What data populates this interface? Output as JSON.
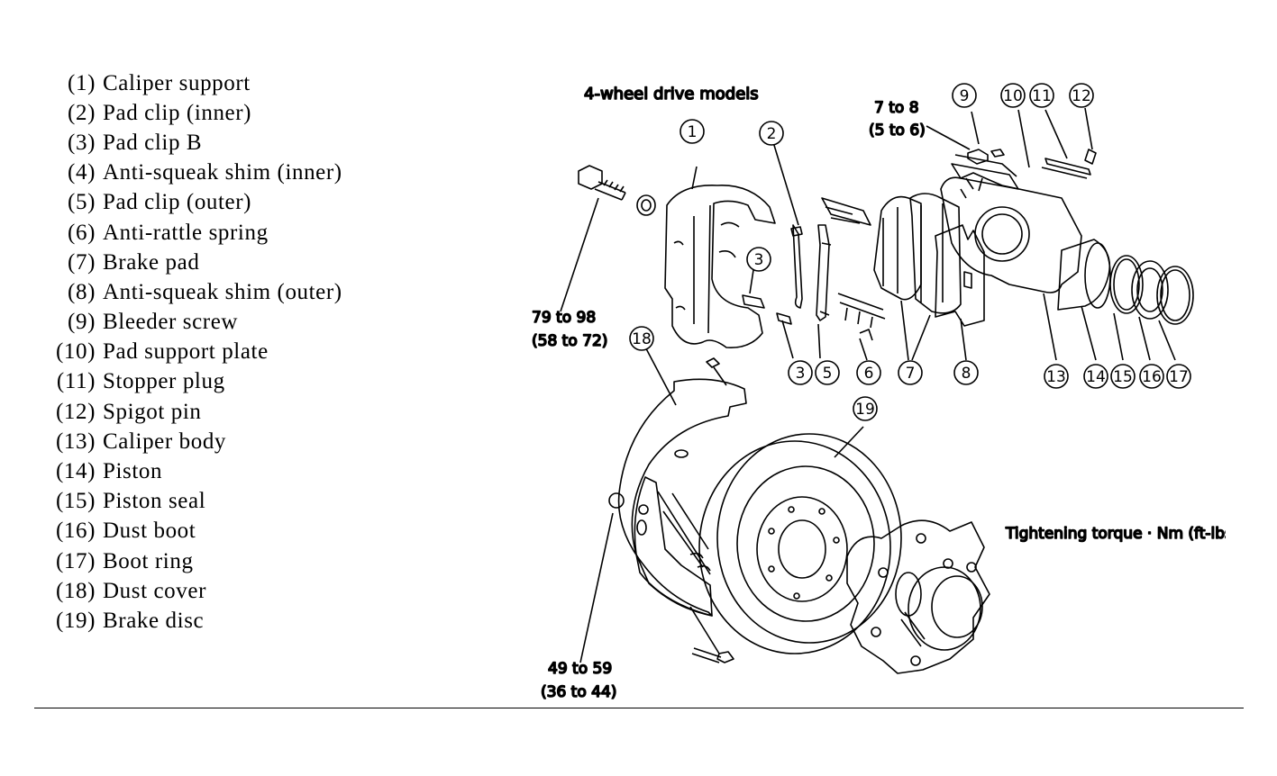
{
  "legend": [
    {
      "num": "(1)",
      "label": "Caliper support"
    },
    {
      "num": "(2)",
      "label": "Pad clip (inner)"
    },
    {
      "num": "(3)",
      "label": "Pad clip B"
    },
    {
      "num": "(4)",
      "label": "Anti-squeak shim (inner)"
    },
    {
      "num": "(5)",
      "label": "Pad clip (outer)"
    },
    {
      "num": "(6)",
      "label": "Anti-rattle spring"
    },
    {
      "num": "(7)",
      "label": "Brake pad"
    },
    {
      "num": "(8)",
      "label": "Anti-squeak shim (outer)"
    },
    {
      "num": "(9)",
      "label": "Bleeder screw"
    },
    {
      "num": "(10)",
      "label": "Pad support plate"
    },
    {
      "num": "(11)",
      "label": "Stopper plug"
    },
    {
      "num": "(12)",
      "label": "Spigot pin"
    },
    {
      "num": "(13)",
      "label": "Caliper body"
    },
    {
      "num": "(14)",
      "label": "Piston"
    },
    {
      "num": "(15)",
      "label": "Piston seal"
    },
    {
      "num": "(16)",
      "label": "Dust boot"
    },
    {
      "num": "(17)",
      "label": "Boot ring"
    },
    {
      "num": "(18)",
      "label": "Dust cover"
    },
    {
      "num": "(19)",
      "label": "Brake disc"
    }
  ],
  "diagram": {
    "title": "4-wheel drive models",
    "torque_bleeder": "7 to 8",
    "torque_bleeder_ftlbs": "(5 to 6)",
    "torque_caliper_bolt": "79 to 98",
    "torque_caliper_bolt_ftlbs": "(58 to 72)",
    "torque_cover_bolt": "49 to 59",
    "torque_cover_bolt_ftlbs": "(36 to 44)",
    "torque_note": "Tightening torque · Nm (ft-lbs.)",
    "callouts": [
      "1",
      "2",
      "3",
      "3",
      "5",
      "6",
      "7",
      "8",
      "9",
      "10",
      "11",
      "12",
      "13",
      "14",
      "15",
      "16",
      "17",
      "18",
      "19",
      "10"
    ]
  }
}
